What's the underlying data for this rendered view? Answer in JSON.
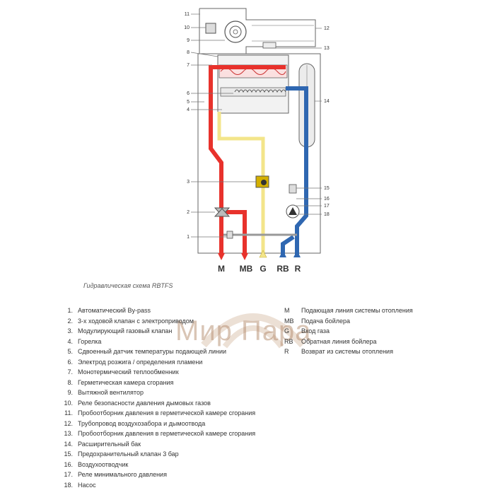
{
  "diagram": {
    "callouts_left": [
      "11",
      "10",
      "9",
      "8",
      "7",
      "6",
      "5",
      "4",
      "3",
      "2",
      "1"
    ],
    "callouts_right": [
      "12",
      "13",
      "14",
      "15",
      "16",
      "17",
      "18"
    ],
    "port_labels": [
      "M",
      "MB",
      "G",
      "RB",
      "R"
    ],
    "colors": {
      "supply": "#e8322c",
      "return": "#2f67b1",
      "gas": "#f3e58a",
      "frame": "#555555"
    }
  },
  "caption": "Гидравлическая схема RBTFS",
  "legend_numbered": [
    {
      "num": "1.",
      "text": "Автоматический By-pass"
    },
    {
      "num": "2.",
      "text": "3-х ходовой клапан с электроприводом"
    },
    {
      "num": "3.",
      "text": "Модулирующий газовый клапан"
    },
    {
      "num": "4.",
      "text": "Горелка"
    },
    {
      "num": "5.",
      "text": "Сдвоенный датчик температуры подающей линии"
    },
    {
      "num": "6.",
      "text": "Электрод розжига / определения пламени"
    },
    {
      "num": "7.",
      "text": "Монотермический теплообменник"
    },
    {
      "num": "8.",
      "text": "Герметическая камера сгорания"
    },
    {
      "num": "9.",
      "text": "Вытяжной вентилятор"
    },
    {
      "num": "10.",
      "text": "Реле безопасности давления дымовых газов"
    },
    {
      "num": "11.",
      "text": "Пробоотборник давления в герметической камере сгорания"
    },
    {
      "num": "12.",
      "text": "Трубопровод воздухозабора и дымоотвода"
    },
    {
      "num": "13.",
      "text": "Пробоотборник давления в герметической камере сгорания"
    },
    {
      "num": "14.",
      "text": "Расширительный бак"
    },
    {
      "num": "15.",
      "text": "Предохранительный клапан 3 бар"
    },
    {
      "num": "16.",
      "text": "Воздухоотводчик"
    },
    {
      "num": "17.",
      "text": "Реле минимального давления"
    },
    {
      "num": "18.",
      "text": "Насос"
    }
  ],
  "legend_codes": [
    {
      "code": "M",
      "text": "Подающая линия системы отопления"
    },
    {
      "code": "MB",
      "text": "Подача бойлера"
    },
    {
      "code": "G",
      "text": "Вход газа"
    },
    {
      "code": "RB",
      "text": "Обратная линия бойлера"
    },
    {
      "code": "R",
      "text": "Возврат из системы отопления"
    }
  ],
  "watermark": "Мир Пара"
}
